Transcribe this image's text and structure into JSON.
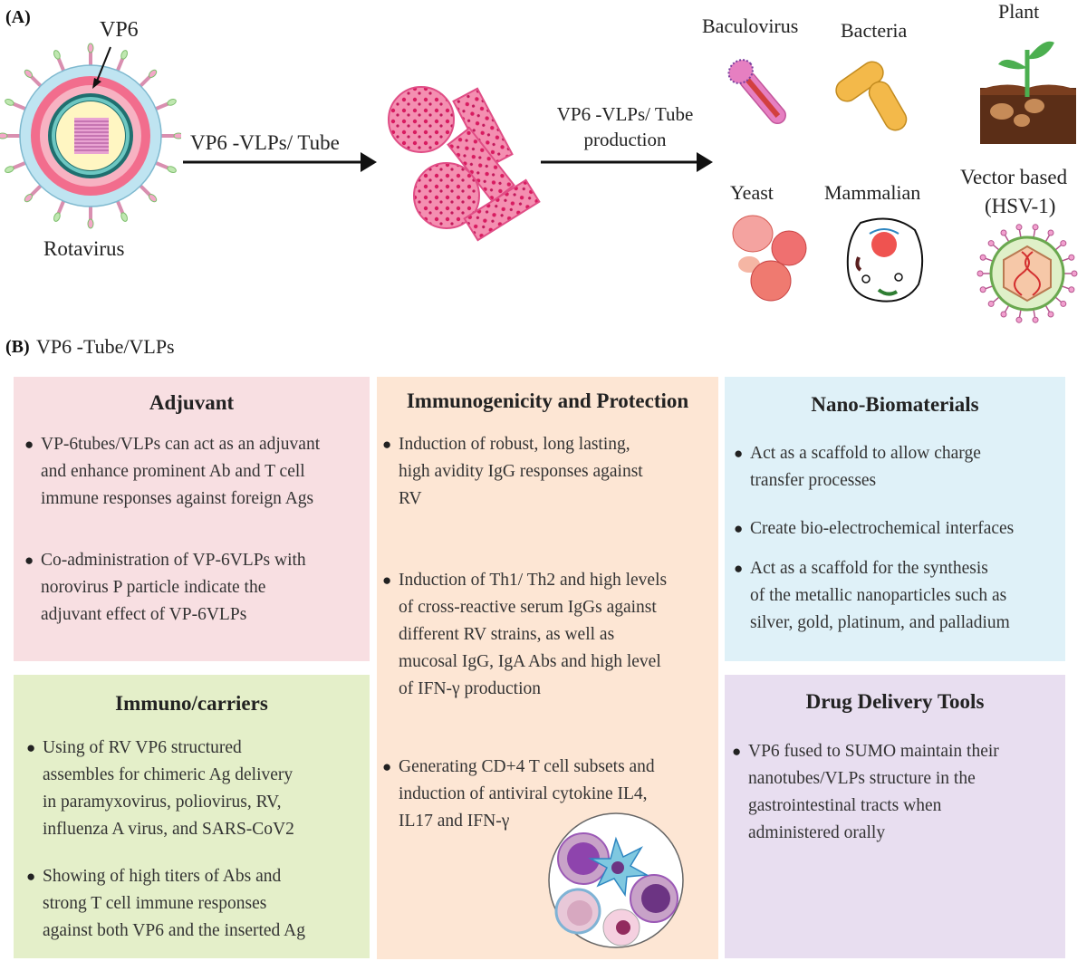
{
  "panel_a": {
    "tag": "(A)",
    "vp6_label": "VP6",
    "virus_label": "Rotavirus",
    "arrow1_label": "VP6 -VLPs/ Tube",
    "arrow2_label_line1": "VP6 -VLPs/ Tube",
    "arrow2_label_line2": "production",
    "systems": {
      "baculovirus": "Baculovirus",
      "bacteria": "Bacteria",
      "plant": "Plant",
      "yeast": "Yeast",
      "mammalian": "Mammalian",
      "vector_line1": "Vector based",
      "vector_line2": "(HSV-1)"
    }
  },
  "panel_b": {
    "tag": "(B)",
    "title": "VP6 -Tube/VLPs",
    "adjuvant": {
      "title": "Adjuvant",
      "color": "#f8dfe2",
      "items": [
        [
          "VP-6tubes/VLPs can act as an adjuvant",
          "and enhance prominent Ab and T cell",
          "immune responses against foreign Ags"
        ],
        [
          "Co-administration of VP-6VLPs with",
          "norovirus P particle  indicate the",
          "adjuvant effect of VP-6VLPs"
        ]
      ]
    },
    "immunogenicity": {
      "title": "Immunogenicity and Protection",
      "color": "#fde6d4",
      "items": [
        [
          "Induction of  robust, long lasting,",
          "high avidity IgG responses against",
          "RV"
        ],
        [
          "Induction of Th1/ Th2 and high levels",
          "of cross-reactive serum IgGs against",
          "different RV strains, as well as",
          "mucosal IgG, IgA Abs and high level",
          "of IFN-γ production"
        ],
        [
          "Generating CD+4 T cell subsets and",
          "induction of antiviral cytokine IL4,",
          "IL17 and IFN-γ"
        ]
      ]
    },
    "nano": {
      "title": "Nano-Biomaterials",
      "color": "#dff1f8",
      "items": [
        [
          "Act as a scaffold to allow charge",
          "transfer processes"
        ],
        [
          "Create bio-electrochemical interfaces"
        ],
        [
          "Act as a scaffold for the synthesis",
          "of the metallic nanoparticles such as",
          "silver, gold, platinum, and palladium"
        ]
      ]
    },
    "carriers": {
      "title": "Immuno/carriers",
      "color": "#e4efc9",
      "items": [
        [
          "Using of RV VP6 structured",
          "assembles for chimeric Ag delivery",
          "in paramyxovirus, poliovirus, RV,",
          "influenza A virus, and SARS-CoV2"
        ],
        [
          "Showing of high titers of Abs and",
          "strong T cell immune responses",
          "against both VP6 and the inserted Ag"
        ]
      ]
    },
    "drug": {
      "title": "Drug Delivery Tools",
      "color": "#e8def0",
      "items": [
        [
          "VP6 fused to SUMO maintain their",
          "nanotubes/VLPs structure in the",
          "gastrointestinal tracts when",
          "administered orally"
        ]
      ]
    }
  }
}
